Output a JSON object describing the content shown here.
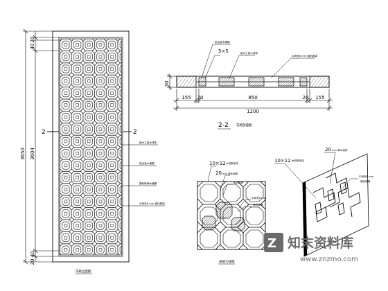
{
  "elevation": {
    "dimensions": {
      "overall_height": "3650",
      "panel_height": "3604",
      "top_strip": "20",
      "top_gap": "40",
      "bottom_gap": "40",
      "bottom_strip": "20"
    },
    "section_mark": "2",
    "notes": [
      "细木工板木线条",
      "铝合金木格栅",
      "磨砂玻璃木格栅",
      "中间夹8 mm 钢化玻璃"
    ],
    "caption": "花格立面图"
  },
  "section": {
    "notes": [
      "铝合金木格栅",
      "5×5",
      "细木工板木线条",
      "中间夹8 mm 钢化玻璃"
    ],
    "dimensions": {
      "thickness": "30",
      "left_edge": "155",
      "left_gap": "20",
      "middle": "850",
      "right_gap": "20",
      "right_edge": "155",
      "total": "1200"
    },
    "title": "2-2",
    "subtitle": "花格剖面图"
  },
  "detail": {
    "notes": [
      "10×12",
      "木线条收边",
      "20",
      "mm 厚木线条",
      "木边线条",
      "中间夹8 mm",
      "钢化玻璃"
    ],
    "caption": "花格大样图"
  },
  "axon": {
    "notes": [
      "10×12",
      "木线条收边",
      "20",
      "mm 厚木线条",
      "中间夹8 mm",
      "钢化玻璃"
    ]
  },
  "watermark": {
    "brand": "知末资料库",
    "url": "www.znzmo.com"
  }
}
